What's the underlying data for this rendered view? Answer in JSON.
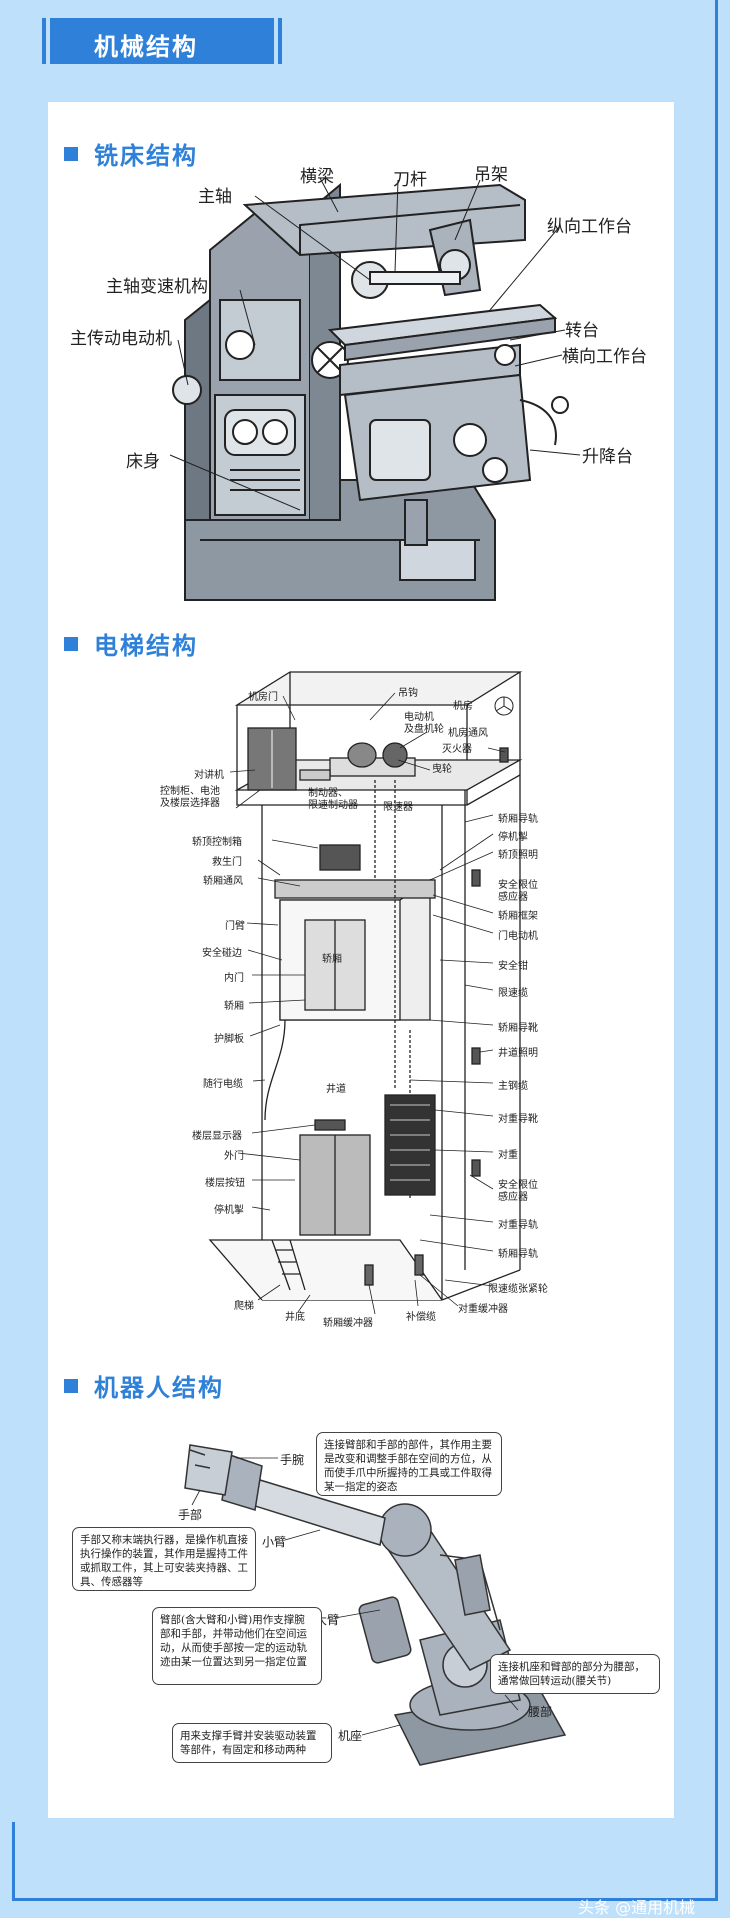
{
  "header": {
    "title": "机械结构"
  },
  "milling": {
    "title": "铣床结构",
    "labels": {
      "crossbeam": "横梁",
      "arbor": "刀杆",
      "hanger": "吊架",
      "spindle": "主轴",
      "longitudinal_table": "纵向工作台",
      "spindle_gearbox": "主轴变速机构",
      "main_motor": "主传动电动机",
      "swivel": "转台",
      "cross_table": "横向工作台",
      "lifting_table": "升降台",
      "bed": "床身"
    }
  },
  "elevator": {
    "title": "电梯结构",
    "labels": {
      "machine_room_door": "机房门",
      "hook": "吊钩",
      "machine_room": "机房",
      "motor": "电动机\n及盘机轮",
      "ventilation": "机房通风",
      "extinguisher": "灭火器",
      "intercom": "对讲机",
      "sheave": "曳轮",
      "control_cabinet": "控制柜、电池\n及楼层选择器",
      "brake": "制动器、\n限速制动器",
      "governor": "限速器",
      "car_guide_rail": "轿厢导轨",
      "car_top_box": "轿顶控制箱",
      "stop_switch": "停机掣",
      "rescue_door": "救生门",
      "top_lighting": "轿顶照明",
      "car_ventilation": "轿厢通风",
      "safety_sensor_top": "安全限位\n感应器",
      "car_frame": "轿厢框架",
      "door_arm": "门臂",
      "door_motor": "门电动机",
      "safety_edge": "安全碰边",
      "car_label": "轿厢",
      "safety_gear": "安全钳",
      "inner_door": "内门",
      "governor_rope": "限速缆",
      "car": "轿厢",
      "car_shoe": "轿厢导靴",
      "toe_guard": "护脚板",
      "shaft_lighting": "井道照明",
      "traveling_cable": "随行电缆",
      "shaft": "井道",
      "main_rope": "主钢缆",
      "cw_shoe": "对重导靴",
      "floor_indicator": "楼层显示器",
      "outer_door": "外门",
      "counterweight": "对重",
      "floor_button": "楼层按钮",
      "safety_sensor_bottom": "安全限位\n感应器",
      "stop_switch_pit": "停机掣",
      "cw_guide_rail": "对重导轨",
      "car_guide_rail_2": "轿厢导轨",
      "tension_sheave": "限速缆张紧轮",
      "ladder": "爬梯",
      "pit": "井底",
      "car_buffer": "轿厢缓冲器",
      "compensator": "补偿缆",
      "cw_buffer": "对重缓冲器"
    }
  },
  "robot": {
    "title": "机器人结构",
    "labels": {
      "wrist": "手腕",
      "hand": "手部",
      "forearm": "小臂",
      "upper_arm": "大臂",
      "waist": "腰部",
      "base": "机座"
    },
    "notes": {
      "wrist_note": "连接臂部和手部的部件，其作用主要是改变和调整手部在空间的方位，从而使手爪中所握持的工具或工件取得某一指定的姿态",
      "hand_note": "手部又称末端执行器，是操作机直接执行操作的装置，其作用是握持工件或抓取工件，其上可安装夹持器、工具、传感器等",
      "arm_note": "臂部(含大臂和小臂)用作支撑腕部和手部，并带动他们在空间运动，从而使手部按一定的运动轨迹由某一位置达到另一指定位置",
      "waist_note": "连接机座和臂部的部分为腰部，通常做回转运动(腰关节)",
      "base_note": "用来支撑手臂并安装驱动装置等部件，有固定和移动两种"
    }
  },
  "watermark": "头条 @通用机械",
  "colors": {
    "accent": "#2f80d8",
    "background": "#bfe0fb",
    "panel": "#ffffff",
    "robot_gray": "#a9b2bd"
  }
}
